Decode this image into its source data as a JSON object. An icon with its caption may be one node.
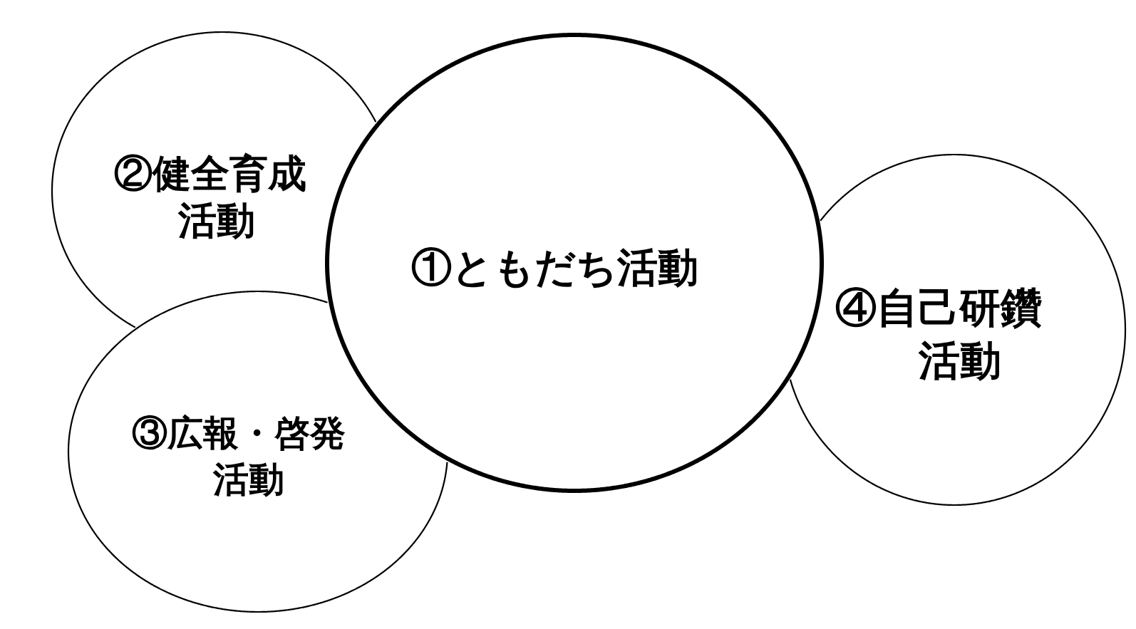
{
  "diagram": {
    "nodes": [
      {
        "text": [
          "①ともだち活動"
        ]
      },
      {
        "text": [
          "②健全育成活動"
        ]
      },
      {
        "text": [
          "③広報・啓発活動"
        ]
      },
      {
        "text": [
          "④自己研鑽活動"
        ]
      }
    ]
  }
}
